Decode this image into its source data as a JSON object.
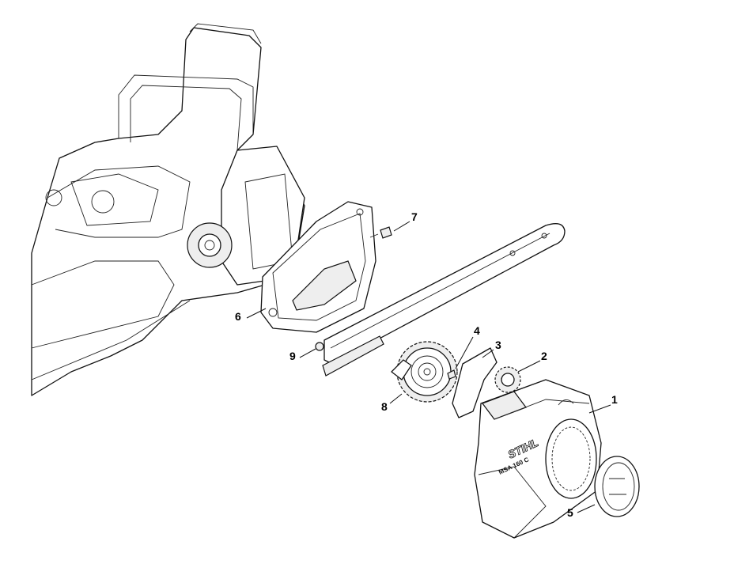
{
  "diagram": {
    "callouts": [
      {
        "label": "1",
        "part": "sprocket-cover"
      },
      {
        "label": "2",
        "part": "knob"
      },
      {
        "label": "3",
        "part": "chain-catcher-plate"
      },
      {
        "label": "4",
        "part": "screw"
      },
      {
        "label": "5",
        "part": "tensioner-cap"
      },
      {
        "label": "6",
        "part": "side-plate"
      },
      {
        "label": "7",
        "part": "screw"
      },
      {
        "label": "8",
        "part": "tensioning-wheel"
      },
      {
        "label": "9",
        "part": "nut"
      }
    ],
    "cover_logo": "STIHL",
    "cover_model": "MSA 160 C"
  }
}
